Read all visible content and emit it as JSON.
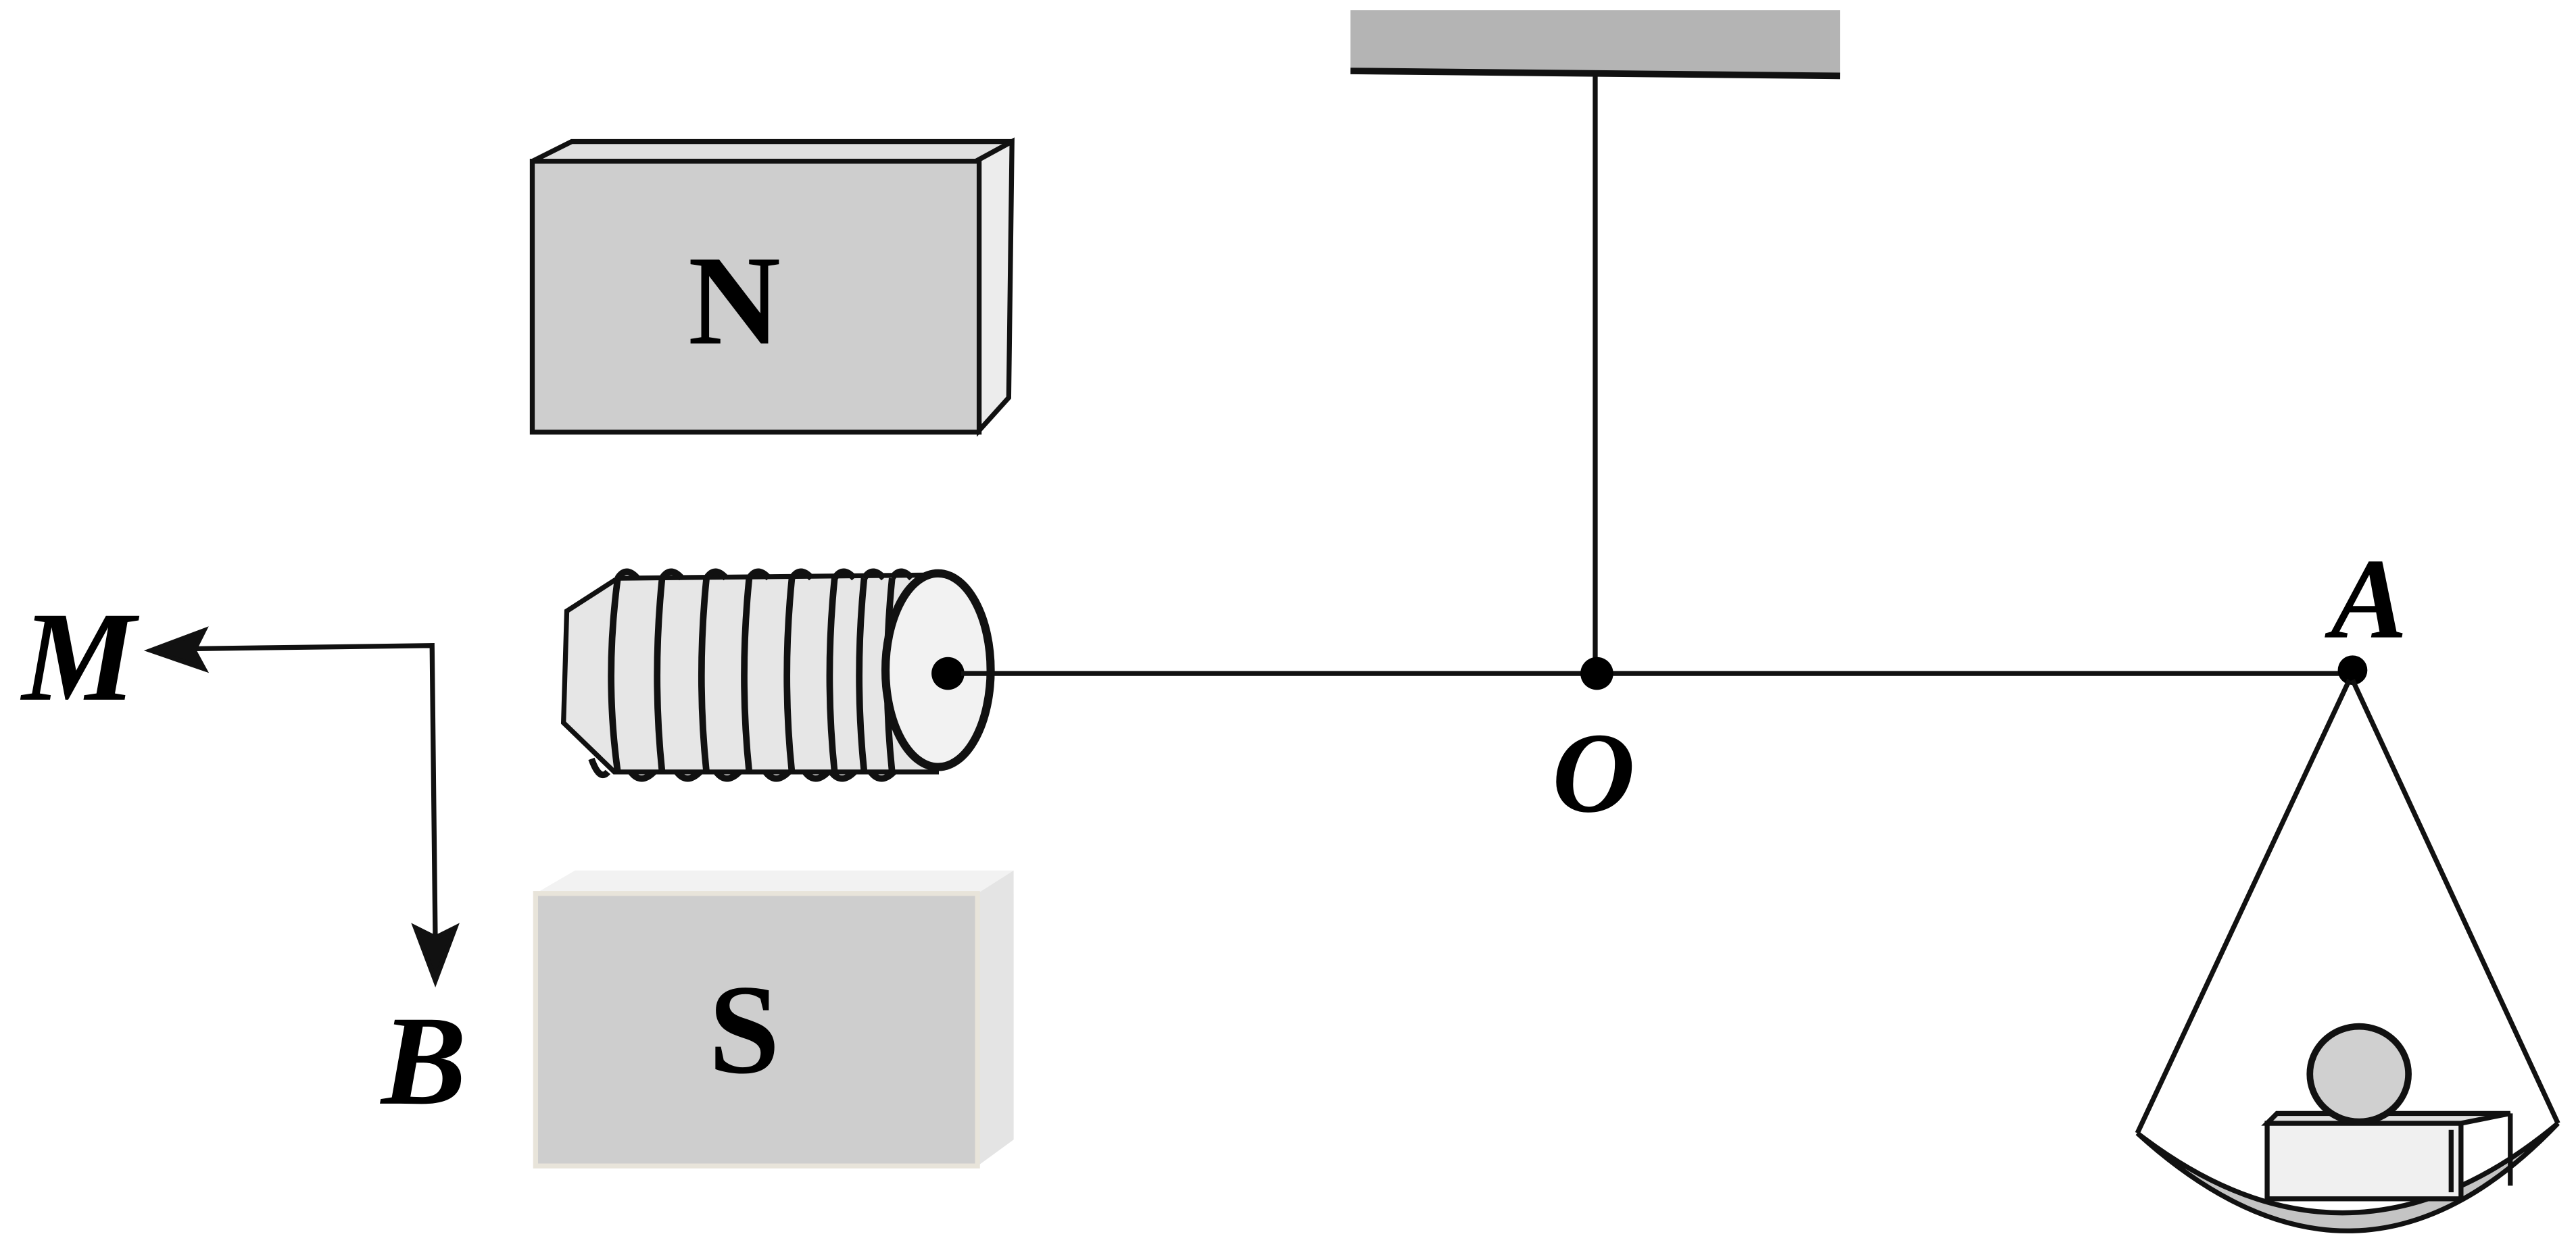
{
  "labels": {
    "north_pole": "N",
    "south_pole": "S",
    "point_m": "M",
    "point_b": "B",
    "pivot_o": "O",
    "point_a": "A"
  },
  "colors": {
    "magnet_fill": "#cecece",
    "ceiling_fill": "#b4b4b4",
    "coil_fill": "#e6e6e6",
    "pan_fill": "#c4c4c4",
    "stroke": "#111111"
  }
}
